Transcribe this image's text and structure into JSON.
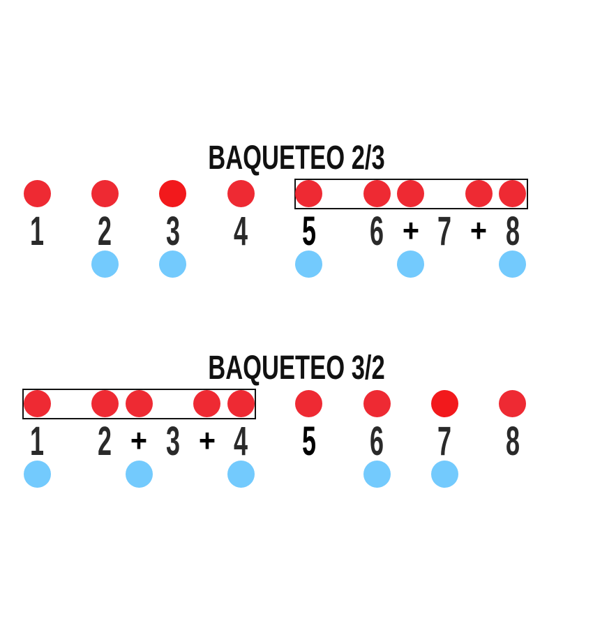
{
  "colors": {
    "top": "#EE2A33",
    "accent": "#F2191C",
    "bottom": "#73CAFD",
    "box": "#111111"
  },
  "sections": [
    {
      "title": "BAQUETEO 2/3",
      "numbers": [
        {
          "t": "1",
          "b": 1
        },
        {
          "t": "2",
          "b": 2
        },
        {
          "t": "3",
          "b": 3
        },
        {
          "t": "4",
          "b": 4
        },
        {
          "t": "5",
          "b": 5,
          "dark": true
        },
        {
          "t": "6",
          "b": 6
        },
        {
          "t": "+",
          "b": 6.5
        },
        {
          "t": "7",
          "b": 7
        },
        {
          "t": "+",
          "b": 7.5
        },
        {
          "t": "8",
          "b": 8
        }
      ],
      "top": [
        1,
        2,
        3,
        4,
        5,
        6,
        6.5,
        7.5,
        8
      ],
      "accent_top": [
        3
      ],
      "bottom": [
        2,
        3,
        5,
        6.5,
        8
      ],
      "accent_bottom": [],
      "box_beats": [
        5,
        8
      ]
    },
    {
      "title": "BAQUETEO 3/2",
      "numbers": [
        {
          "t": "1",
          "b": 1
        },
        {
          "t": "2",
          "b": 2
        },
        {
          "t": "+",
          "b": 2.5
        },
        {
          "t": "3",
          "b": 3
        },
        {
          "t": "+",
          "b": 3.5
        },
        {
          "t": "4",
          "b": 4
        },
        {
          "t": "5",
          "b": 5,
          "dark": true
        },
        {
          "t": "6",
          "b": 6
        },
        {
          "t": "7",
          "b": 7
        },
        {
          "t": "8",
          "b": 8
        }
      ],
      "top": [
        1,
        2,
        2.5,
        3.5,
        4,
        5,
        6,
        7,
        8
      ],
      "accent_top": [
        7
      ],
      "bottom": [
        1,
        2.5,
        4,
        6,
        7
      ],
      "accent_bottom": [],
      "box_beats": [
        1,
        4
      ]
    }
  ]
}
